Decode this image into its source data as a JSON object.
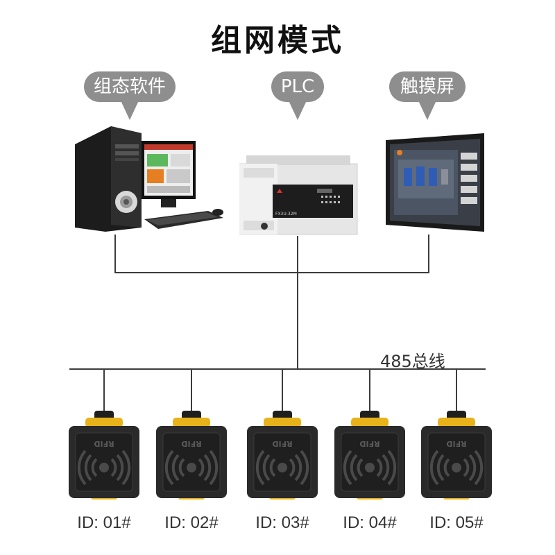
{
  "title": "组网模式",
  "devices": [
    {
      "label": "组态软件",
      "icon": "desktop-computer-icon"
    },
    {
      "label": "PLC",
      "icon": "plc-controller-icon",
      "plc_text": "FX3U-32M"
    },
    {
      "label": "触摸屏",
      "icon": "touchscreen-hmi-icon"
    }
  ],
  "bus": {
    "label": "485总线"
  },
  "readers": [
    {
      "id": "ID: 01#",
      "badge": "RFID"
    },
    {
      "id": "ID: 02#",
      "badge": "RFID"
    },
    {
      "id": "ID: 03#",
      "badge": "RFID"
    },
    {
      "id": "ID: 04#",
      "badge": "RFID"
    },
    {
      "id": "ID: 05#",
      "badge": "RFID"
    }
  ],
  "colors": {
    "callout": "#8e8e8e",
    "reader_body": "#2a2a2a",
    "reader_trim": "#e8b21a",
    "wire": "#3c3c3c"
  }
}
